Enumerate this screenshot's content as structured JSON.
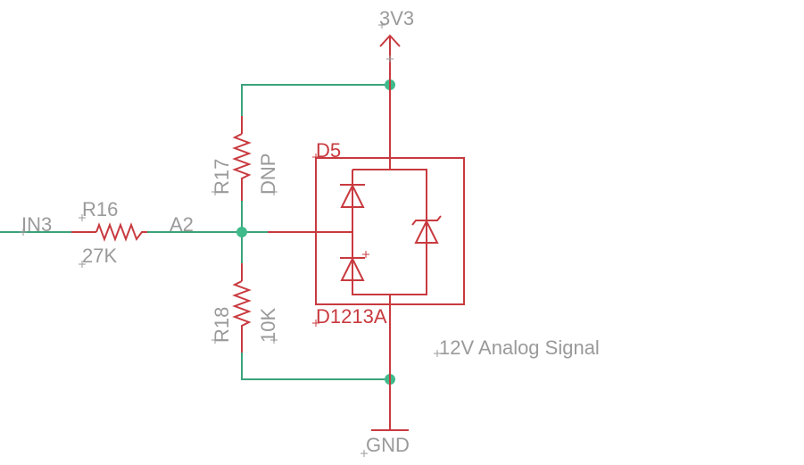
{
  "nets": {
    "power": "3V3",
    "ground": "GND",
    "input": "IN3",
    "node": "A2"
  },
  "components": {
    "r16": {
      "ref": "R16",
      "value": "27K"
    },
    "r17": {
      "ref": "R17",
      "value": "DNP"
    },
    "r18": {
      "ref": "R18",
      "value": "10K"
    },
    "d5": {
      "ref": "D5",
      "value": "D1213A"
    }
  },
  "notes": {
    "signal": "12V Analog Signal"
  },
  "colors": {
    "wire": "#3aa37a",
    "part": "#c83a3f",
    "label": "#9a9a9a",
    "junction": "#3fba8a"
  }
}
